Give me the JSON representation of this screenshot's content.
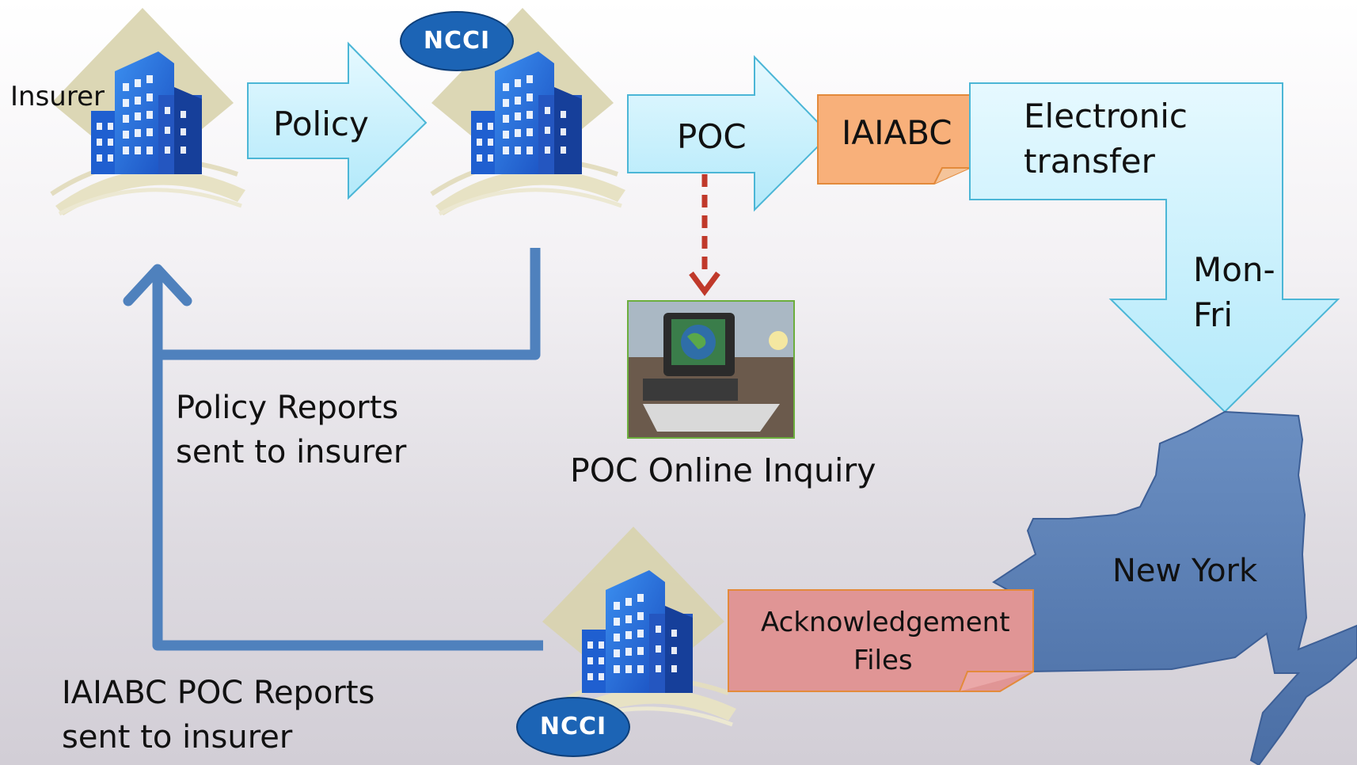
{
  "nodes": {
    "insurer_label": "Insurer",
    "policy_arrow": "Policy",
    "poc_arrow": "POC",
    "iaiabc_doc": "IAIABC",
    "electronic_transfer": [
      "Electronic",
      "transfer"
    ],
    "mon_fri": [
      "Mon-",
      "Fri"
    ],
    "new_york": "New York",
    "poc_online_inquiry": "POC Online Inquiry",
    "acknowledgement_files": [
      "Acknowledgement",
      "Files"
    ],
    "policy_reports": [
      "Policy Reports",
      "sent to insurer"
    ],
    "iaiabc_poc_reports": [
      "IAIABC POC Reports",
      "sent to insurer"
    ]
  },
  "logos": {
    "ncci_top": "NCCI",
    "ncci_bottom": "NCCI"
  },
  "colors": {
    "arrow_fill": "#c4effc",
    "arrow_stroke": "#4bb6d6",
    "iaiabc_fill": "#f8b07a",
    "ack_fill": "#e09595",
    "flow_line": "#4f81bd",
    "dashed_arrow": "#c0392b",
    "new_york_fill": "#5a7fb5"
  }
}
